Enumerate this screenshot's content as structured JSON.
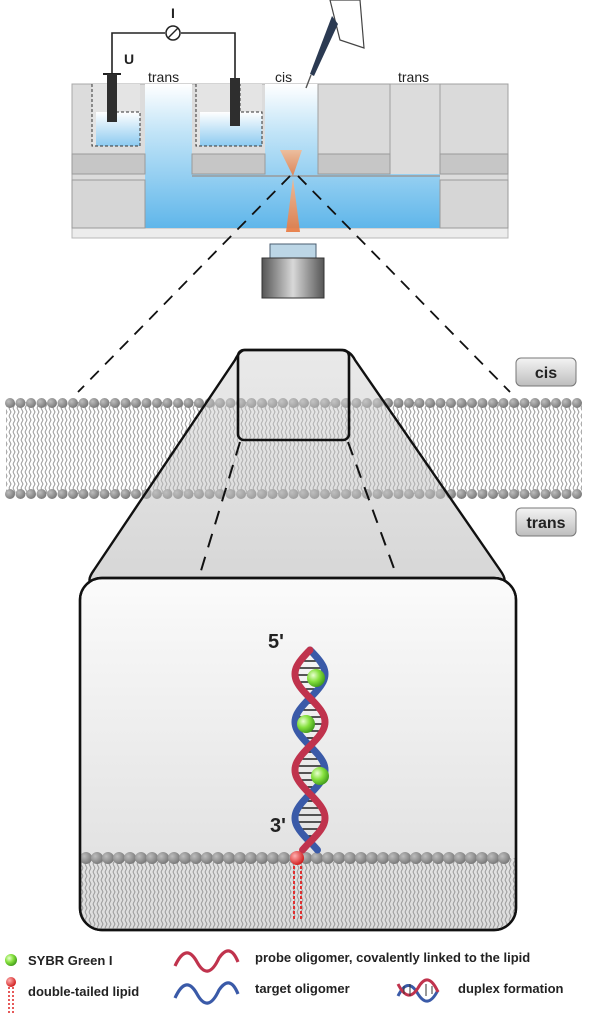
{
  "setup": {
    "current_label": "I",
    "voltage_label": "U",
    "trans_left": "trans",
    "cis": "cis",
    "trans_right": "trans"
  },
  "membrane": {
    "cis_badge": "cis",
    "trans_badge": "trans"
  },
  "helix": {
    "five_prime": "5'",
    "three_prime": "3'"
  },
  "legend": {
    "sybr": "SYBR Green I",
    "lipid": "double-tailed lipid",
    "probe": "probe oligomer, covalently linked to the lipid",
    "target": "target oligomer",
    "duplex": "duplex formation"
  },
  "colors": {
    "buffer": "#7cc4ef",
    "chip": "#d0d0d0",
    "lipid_head": "#8a8a8a",
    "probe_strand": "#c0334d",
    "target_strand": "#3a5aa8",
    "sybr": "#7fe03a"
  }
}
